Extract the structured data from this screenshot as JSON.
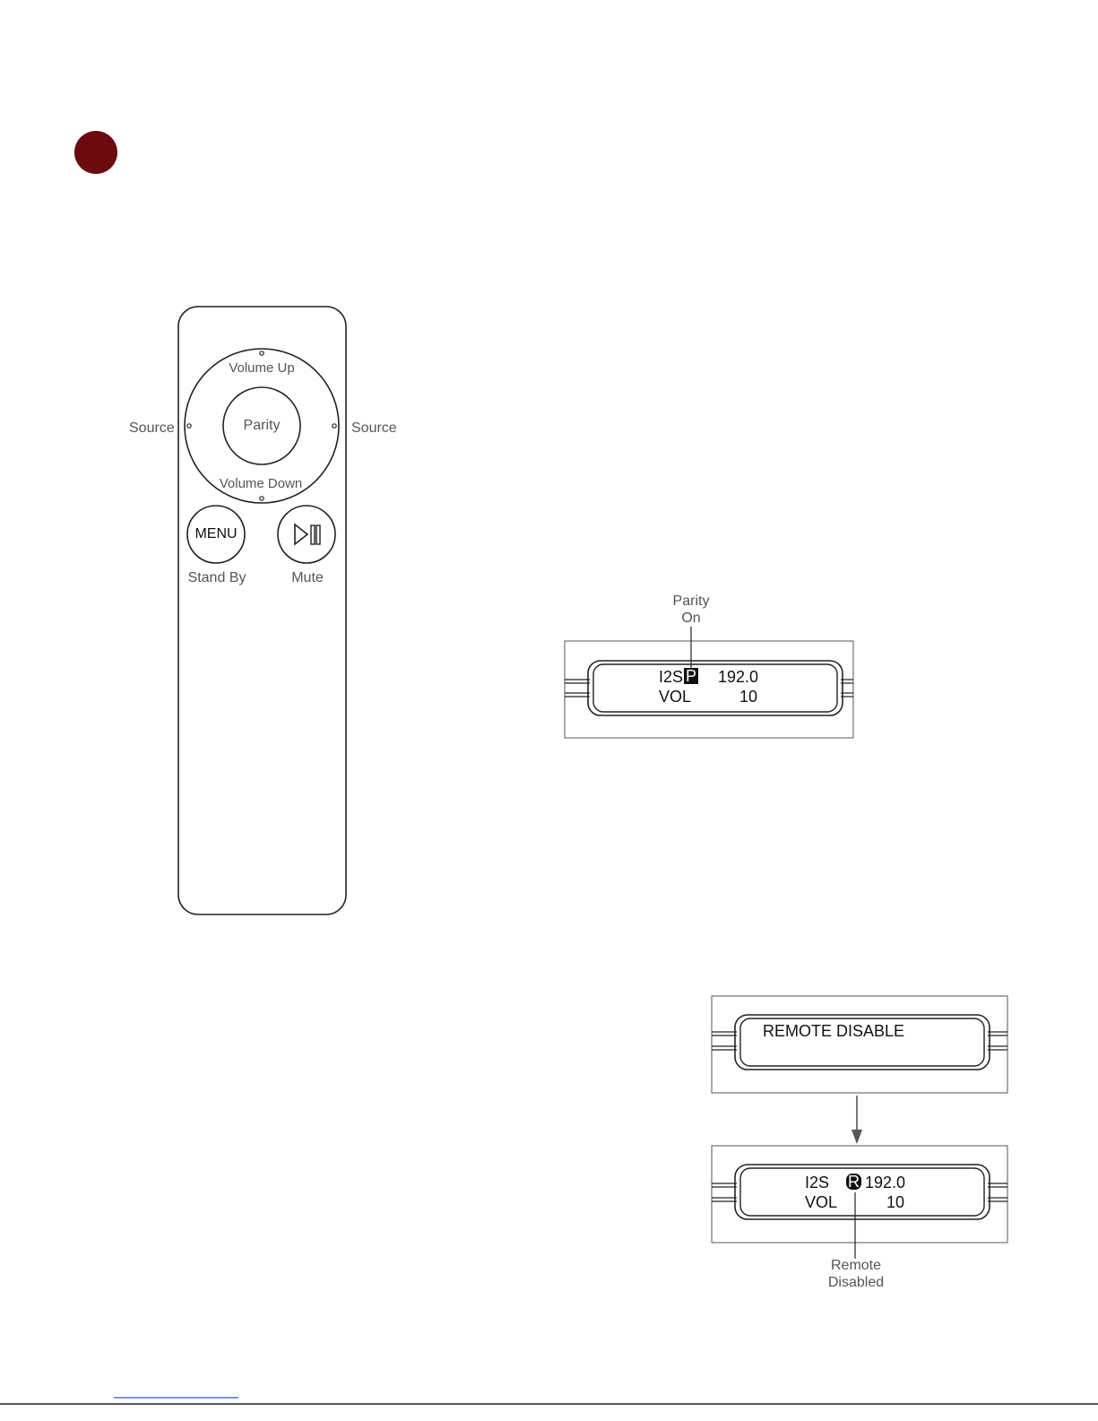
{
  "colors": {
    "badge": "#6b0a0f",
    "line": "#222222",
    "label": "#555555"
  },
  "remote": {
    "wheel": {
      "up_label": "Volume Up",
      "down_label": "Volume Down",
      "left_label": "Source",
      "right_label": "Source",
      "center_label": "Parity"
    },
    "menu_button": {
      "label": "MENU",
      "caption": "Stand By"
    },
    "play_button": {
      "icon": "play-pause-icon",
      "caption": "Mute"
    }
  },
  "display_parity": {
    "callout": {
      "line1": "Parity",
      "line2": "On"
    },
    "row1": {
      "source": "I2S",
      "flag": "P",
      "rate": "192.0"
    },
    "row2": {
      "label": "VOL",
      "value": "10"
    }
  },
  "display_remote_disable": {
    "message": "REMOTE DISABLE"
  },
  "display_remote_status": {
    "row1": {
      "source": "I2S",
      "flag": "R",
      "rate": "192.0"
    },
    "row2": {
      "label": "VOL",
      "value": "10"
    },
    "callout": {
      "line1": "Remote",
      "line2": "Disabled"
    }
  }
}
